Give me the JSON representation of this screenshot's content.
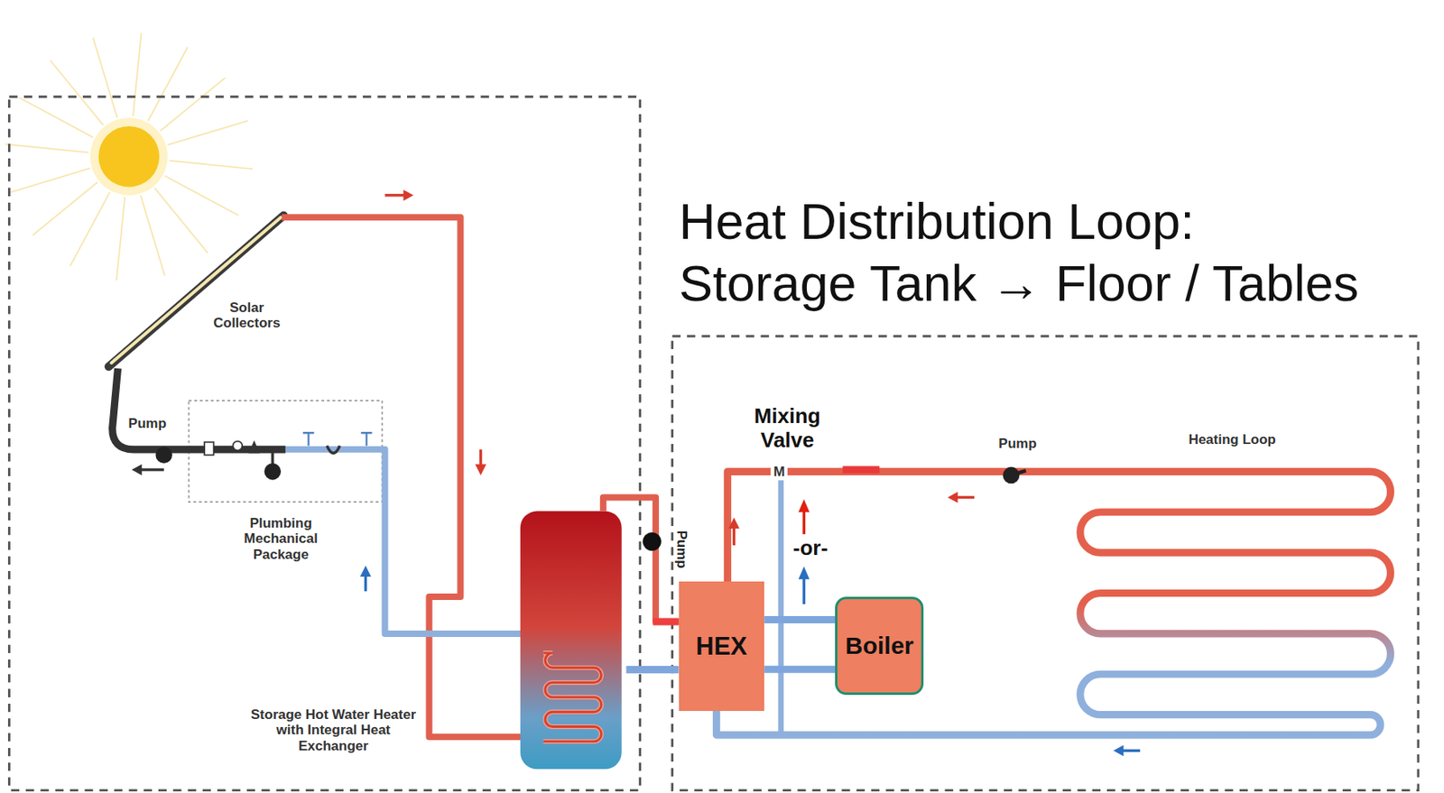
{
  "diagram": {
    "title": "Heat Distribution Loop: Storage Tank → Floor / Tables",
    "nodes": [
      {
        "text": [
          "HEX"
        ]
      },
      {
        "text": [
          "Boiler"
        ]
      }
    ],
    "edges": [
      {
        "from": 1,
        "to": 0,
        "arrow": "none"
      },
      {
        "from": 1,
        "to": 0,
        "arrow": "none"
      }
    ],
    "labels": [
      "Solar Collectors",
      "Pump",
      "Plumbing Mechanical Package",
      "Storage Hot Water Heater with Integral Heat Exchanger",
      "Pump",
      "Mixing Valve",
      "M",
      "-or-",
      "Pump",
      "Heating Loop"
    ]
  }
}
